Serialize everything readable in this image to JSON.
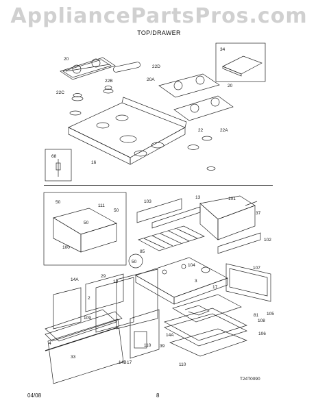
{
  "watermark": "AppliancePartsPros.com",
  "section_title": "TOP/DRAWER",
  "diagram_code": "T24T0090",
  "footer": {
    "date": "04/08",
    "page": "8"
  },
  "top_labels": [
    "20",
    "22D",
    "22B",
    "20A",
    "20",
    "22C",
    "22",
    "22A",
    "16",
    "68",
    "34"
  ],
  "bottom_labels": [
    "50",
    "111",
    "50",
    "50",
    "100",
    "103",
    "13",
    "101",
    "37",
    "85",
    "102",
    "50",
    "104",
    "3",
    "107",
    "14A",
    "29",
    "12",
    "2",
    "17",
    "81",
    "108",
    "105",
    "106",
    "109",
    "14A",
    "39",
    "4",
    "33",
    "14B",
    "17",
    "110"
  ]
}
